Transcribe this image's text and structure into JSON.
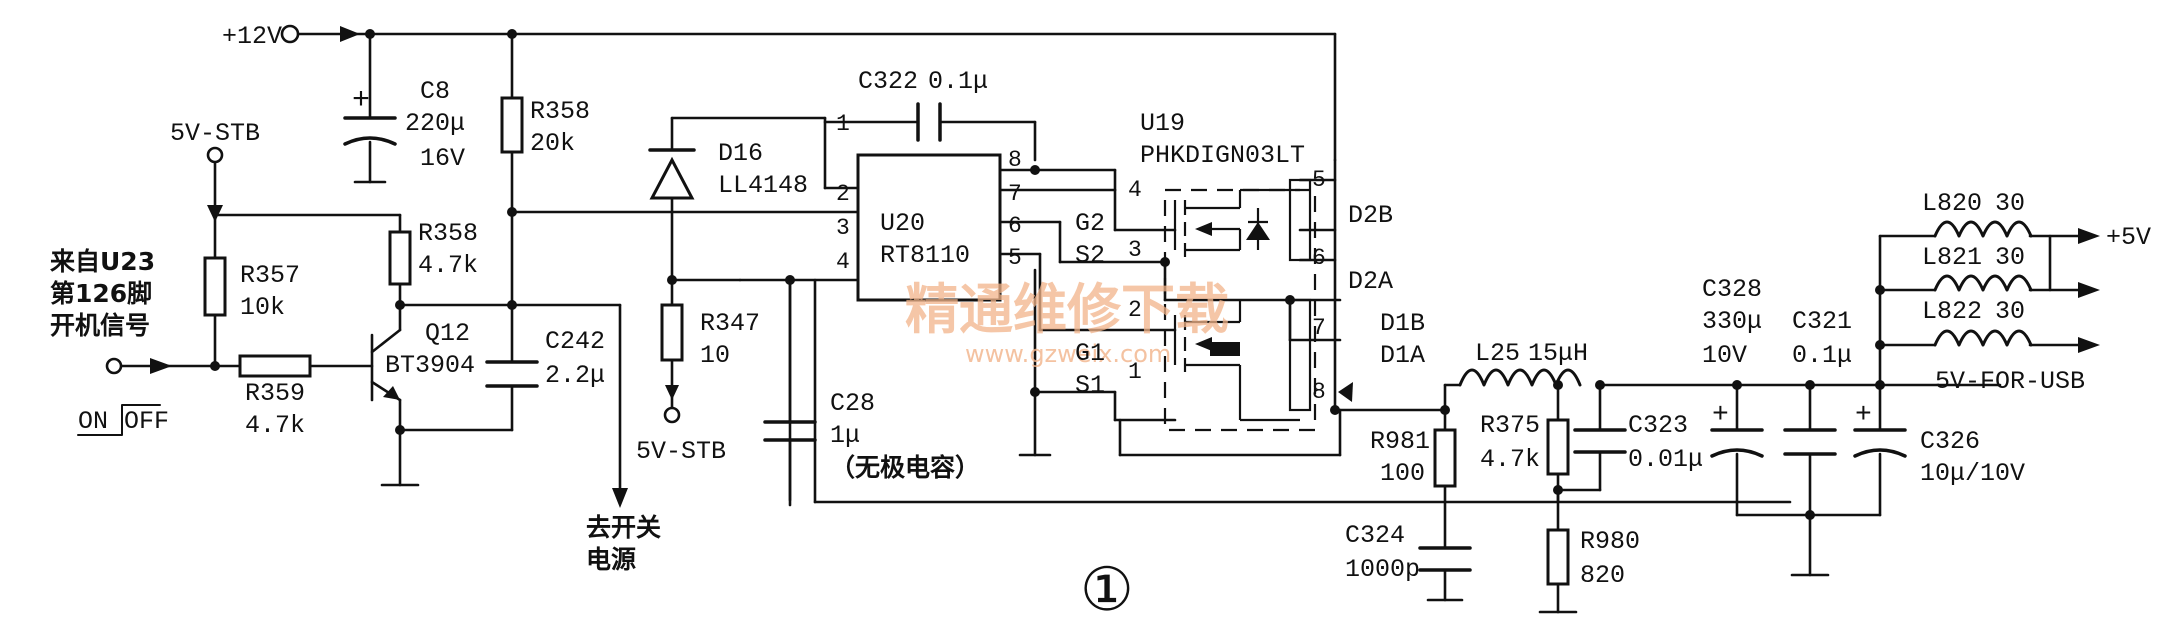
{
  "supply": {
    "v12": "+12V",
    "stb_top": "5V-STB",
    "stb_bottom": "5V-STB",
    "out_5v": "+5V",
    "out_usb": "5V-FOR-USB"
  },
  "source": {
    "line1": "来自U23",
    "line2": "第126脚",
    "line3": "开机信号",
    "on": "ON",
    "off": "OFF"
  },
  "dest": {
    "line1": "去开关",
    "line2": "电源"
  },
  "parts": {
    "c8": {
      "ref": "C8",
      "val1": "220μ",
      "val2": "16V"
    },
    "r358a": {
      "ref": "R358",
      "val": "20k"
    },
    "r358b": {
      "ref": "R358",
      "val": "4.7k"
    },
    "r357": {
      "ref": "R357",
      "val": "10k"
    },
    "r359": {
      "ref": "R359",
      "val": "4.7k"
    },
    "q12": {
      "ref": "Q12",
      "val": "BT3904"
    },
    "c242": {
      "ref": "C242",
      "val": "2.2μ"
    },
    "d16": {
      "ref": "D16",
      "val": "LL4148"
    },
    "r347": {
      "ref": "R347",
      "val": "10"
    },
    "c322": {
      "ref": "C322",
      "val": "0.1μ"
    },
    "u20": {
      "ref": "U20",
      "val": "RT8110"
    },
    "c28": {
      "ref": "C28",
      "val": "1μ",
      "note": "（无极电容）"
    },
    "u19": {
      "ref": "U19",
      "val": "PHKDIGN03LT"
    },
    "l25": {
      "ref": "L25",
      "val": "15μH"
    },
    "r981": {
      "ref": "R981",
      "val": "100"
    },
    "r375": {
      "ref": "R375",
      "val": "4.7k"
    },
    "c323": {
      "ref": "C323",
      "val": "0.01μ"
    },
    "c324": {
      "ref": "C324",
      "val": "1000p"
    },
    "r980": {
      "ref": "R980",
      "val": "820"
    },
    "c328": {
      "ref": "C328",
      "val1": "330μ",
      "val2": "10V"
    },
    "c321": {
      "ref": "C321",
      "val": "0.1μ"
    },
    "c326": {
      "ref": "C326",
      "val": "10μ/10V"
    },
    "l820": {
      "ref": "L820",
      "val": "30"
    },
    "l821": {
      "ref": "L821",
      "val": "30"
    },
    "l822": {
      "ref": "L822",
      "val": "30"
    }
  },
  "pins": {
    "u20_1": "1",
    "u20_2": "2",
    "u20_3": "3",
    "u20_4": "4",
    "u20_8": "8",
    "u20_7": "7",
    "u20_6": "6",
    "u20_5": "5",
    "u19_4": "4",
    "u19_3": "3",
    "u19_2": "2",
    "u19_1": "1",
    "u19_5": "5",
    "u19_6": "6",
    "u19_7": "7",
    "u19_8": "8",
    "g2": "G2",
    "s2": "S2",
    "g1": "G1",
    "s1": "S1",
    "d2b": "D2B",
    "d2a": "D2A",
    "d1b": "D1B",
    "d1a": "D1A"
  },
  "figure_number": "①",
  "watermark": {
    "text": "精通维修下载",
    "url": "www.gzweix.com"
  }
}
